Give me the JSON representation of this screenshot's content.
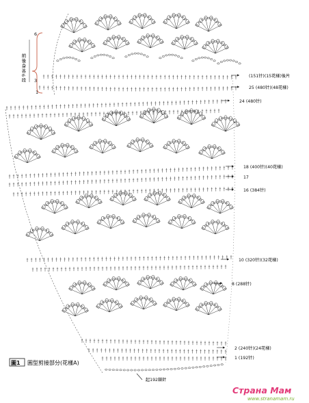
{
  "side_numbers": [
    "6",
    "3",
    "1"
  ],
  "side_vertical_label": "前後身各6段",
  "rows": [
    {
      "key": "r26",
      "text": "(151针)(15花樣)後片"
    },
    {
      "key": "r25",
      "text": "25 (480针)(48花樣)"
    },
    {
      "key": "r24",
      "text": "24 (480针)"
    },
    {
      "key": "r18",
      "text": "18 (400针)(40花樣)"
    },
    {
      "key": "r17",
      "text": "17"
    },
    {
      "key": "r16",
      "text": "16 (384针)"
    },
    {
      "key": "r10",
      "text": "10 (320针)(32花樣)"
    },
    {
      "key": "r8",
      "text": "8 (288针)"
    },
    {
      "key": "r2",
      "text": "2 (240针)(24花樣)"
    },
    {
      "key": "r1",
      "text": "1 (192针)"
    }
  ],
  "caption": {
    "badge": "圖1",
    "text": "圓型剪接部分(花樣A)"
  },
  "base_label": "起192鎖針",
  "watermark": {
    "text": "Страна Мам",
    "domain": "www.stranamam.ru",
    "colors": {
      "pink": "#e23c7a",
      "green": "#7ab02c"
    }
  },
  "colors": {
    "ink": "#1a1a1a",
    "bracket": "#cc6b55",
    "paper": "#ffffff"
  }
}
